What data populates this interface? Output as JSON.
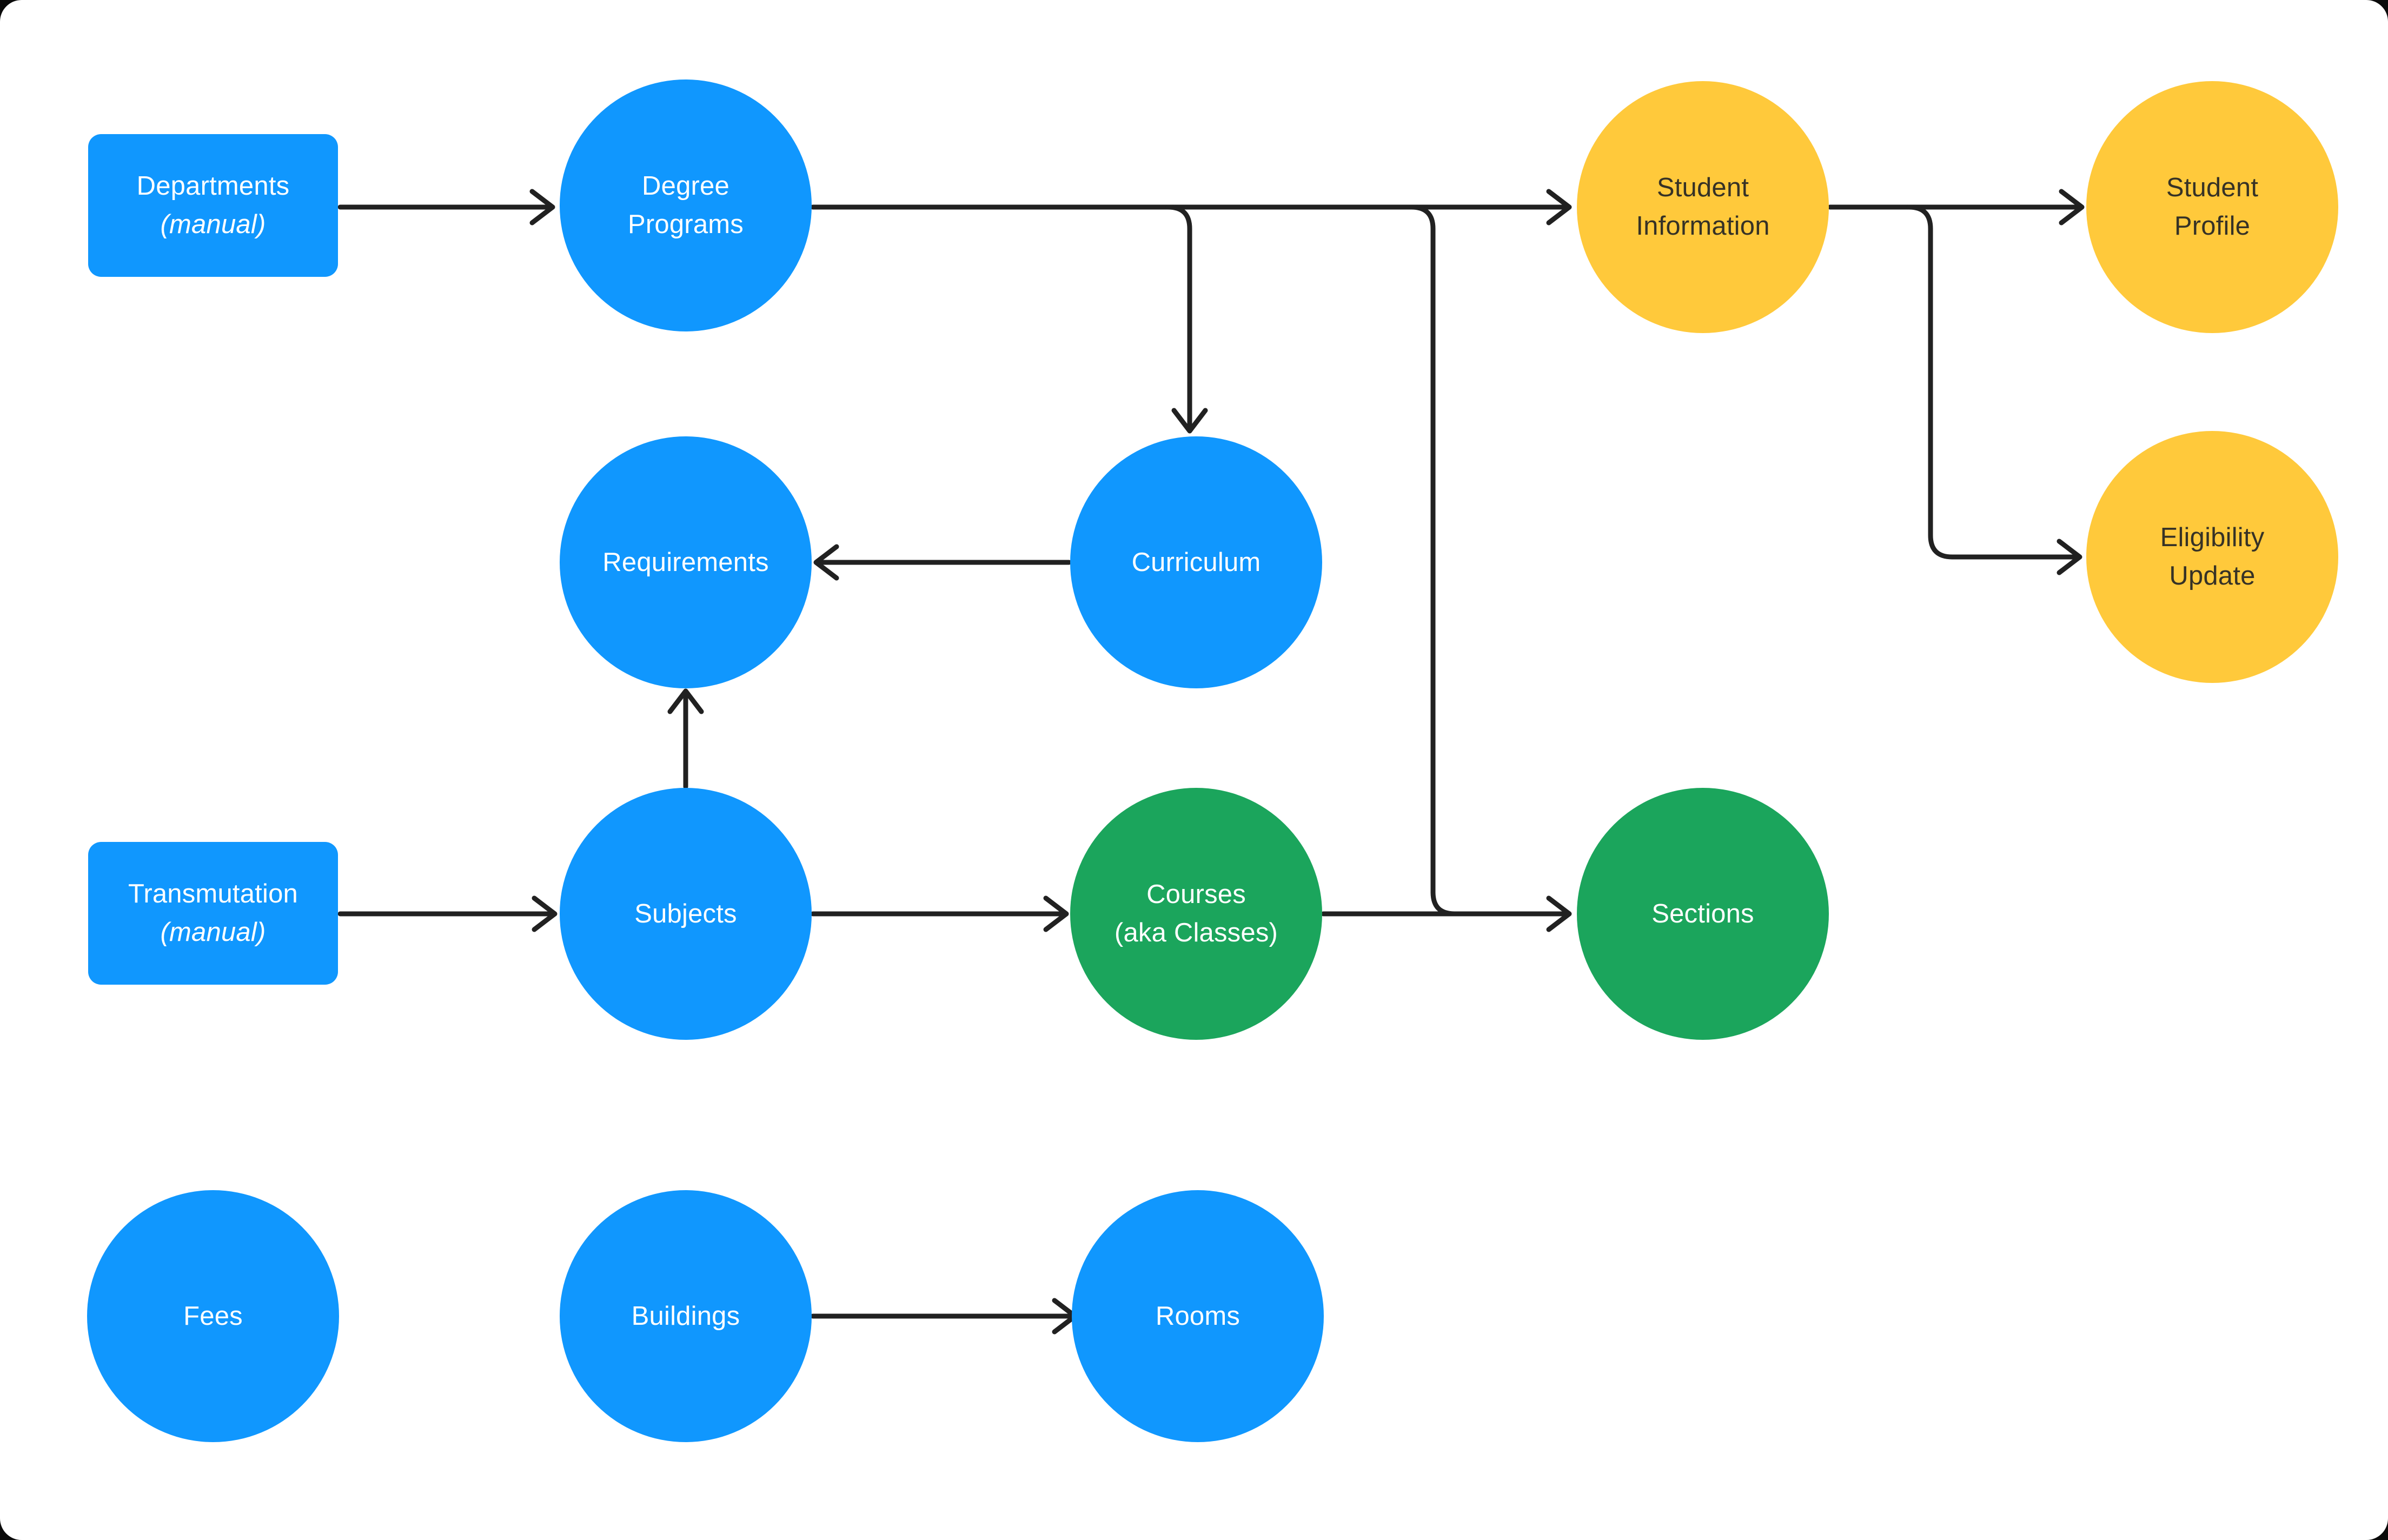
{
  "colors": {
    "blue": "#1097FE",
    "green": "#1BA55C",
    "yellow": "#FFC93B",
    "line": "#212121",
    "text_light": "#FFFFFF",
    "text_dark": "#363226",
    "canvas": "#FFFFFF"
  },
  "nodes": {
    "departments": {
      "type": "rect",
      "color": "blue",
      "lines": [
        "Departments",
        "(manual)"
      ]
    },
    "degree_programs": {
      "type": "circle",
      "color": "blue",
      "lines": [
        "Degree",
        "Programs"
      ]
    },
    "student_information": {
      "type": "circle",
      "color": "yellow",
      "lines": [
        "Student",
        "Information"
      ]
    },
    "student_profile": {
      "type": "circle",
      "color": "yellow",
      "lines": [
        "Student",
        "Profile"
      ]
    },
    "eligibility_update": {
      "type": "circle",
      "color": "yellow",
      "lines": [
        "Eligibility",
        "Update"
      ]
    },
    "requirements": {
      "type": "circle",
      "color": "blue",
      "lines": [
        "Requirements"
      ]
    },
    "curriculum": {
      "type": "circle",
      "color": "blue",
      "lines": [
        "Curriculum"
      ]
    },
    "transmutation": {
      "type": "rect",
      "color": "blue",
      "lines": [
        "Transmutation",
        "(manual)"
      ]
    },
    "subjects": {
      "type": "circle",
      "color": "blue",
      "lines": [
        "Subjects"
      ]
    },
    "courses": {
      "type": "circle",
      "color": "green",
      "lines": [
        "Courses",
        "(aka Classes)"
      ]
    },
    "sections": {
      "type": "circle",
      "color": "green",
      "lines": [
        "Sections"
      ]
    },
    "fees": {
      "type": "circle",
      "color": "blue",
      "lines": [
        "Fees"
      ]
    },
    "buildings": {
      "type": "circle",
      "color": "blue",
      "lines": [
        "Buildings"
      ]
    },
    "rooms": {
      "type": "circle",
      "color": "blue",
      "lines": [
        "Rooms"
      ]
    }
  },
  "edges": [
    {
      "from": "departments",
      "to": "degree_programs"
    },
    {
      "from": "degree_programs",
      "to": "student_information"
    },
    {
      "from": "degree_programs",
      "to": "curriculum"
    },
    {
      "from": "degree_programs",
      "to": "sections"
    },
    {
      "from": "curriculum",
      "to": "requirements"
    },
    {
      "from": "subjects",
      "to": "requirements"
    },
    {
      "from": "transmutation",
      "to": "subjects"
    },
    {
      "from": "subjects",
      "to": "courses"
    },
    {
      "from": "courses",
      "to": "sections"
    },
    {
      "from": "student_information",
      "to": "student_profile"
    },
    {
      "from": "student_information",
      "to": "eligibility_update"
    },
    {
      "from": "buildings",
      "to": "rooms"
    }
  ]
}
